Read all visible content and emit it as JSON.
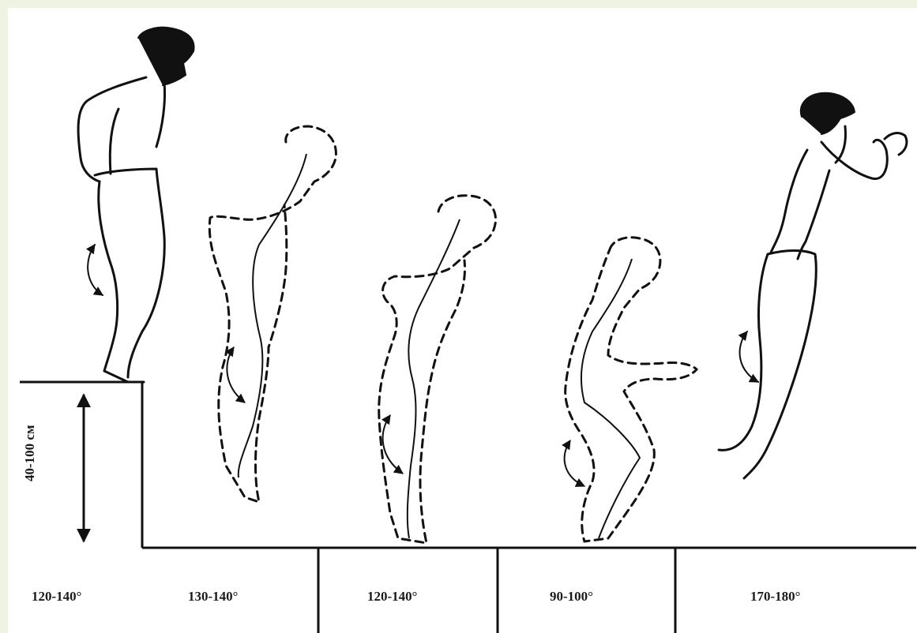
{
  "diagram": {
    "height_label": "40-100 см",
    "phases": [
      {
        "angle": "120-140°"
      },
      {
        "angle": "130-140°"
      },
      {
        "angle": "120-140°"
      },
      {
        "angle": "90-100°"
      },
      {
        "angle": "170-180°"
      }
    ]
  }
}
